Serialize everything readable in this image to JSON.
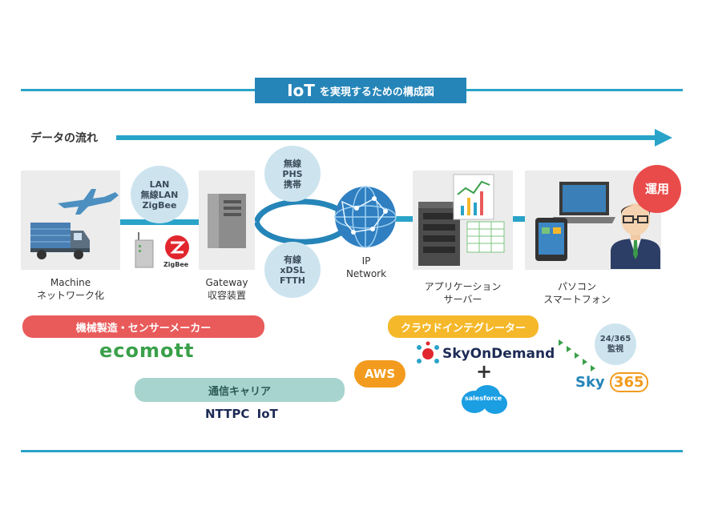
{
  "title": {
    "main": "IoT",
    "sub": "を実現するための構成図"
  },
  "flow_label": "データの流れ",
  "bubbles": {
    "lan": [
      "LAN",
      "無線LAN",
      "ZigBee"
    ],
    "wireless": [
      "無線",
      "PHS",
      "携帯"
    ],
    "wired": [
      "有線",
      "xDSL",
      "FTTH"
    ],
    "monitoring": [
      "24/365",
      "監視"
    ],
    "operation": "運用"
  },
  "captions": {
    "machine": [
      "Machine",
      "ネットワーク化"
    ],
    "gateway": [
      "Gateway",
      "収容装置"
    ],
    "ip": [
      "IP",
      "Network"
    ],
    "server": [
      "アプリケーション",
      "サーバー"
    ],
    "device": [
      "パソコン",
      "スマートフォン"
    ]
  },
  "pills": {
    "maker": "機械製造・センサーメーカー",
    "integrator": "クラウドインテグレーター",
    "carrier": "通信キャリア"
  },
  "logos": {
    "zigbee": "ZigBee",
    "ecomott": "ecomott",
    "nttpc": "NTTPC",
    "nttpc_iot": "IoT",
    "aws": "AWS",
    "skyondemand": "SkyOnDemand",
    "plus": "+",
    "salesforce": "salesforce",
    "sky365_a": "Sky",
    "sky365_b": "365"
  },
  "colors": {
    "accent": "#2aa3c9",
    "title_bg": "#2585b8",
    "maker_pill": "#e95b5b",
    "integrator_pill": "#f5b82a",
    "carrier_pill": "#a8d4cf",
    "operation": "#e94b4b",
    "aws": "#f29b1e",
    "salesforce": "#1b9ee2",
    "ecomott": "#3aa04a"
  }
}
